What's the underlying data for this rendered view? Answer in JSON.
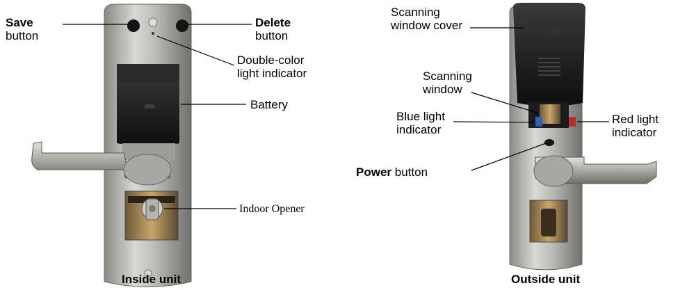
{
  "labels": {
    "save_bold": "Save",
    "save_rest": "button",
    "delete_bold": "Delete",
    "delete_rest": "button",
    "double_color_1": "Double-color",
    "double_color_2": "light indicator",
    "battery": "Battery",
    "indoor_opener": "Indoor Opener",
    "scan_cover_1": "Scanning",
    "scan_cover_2": "window cover",
    "scan_window_1": "Scanning",
    "scan_window_2": "window",
    "blue_light_1": "Blue light",
    "blue_light_2": "indicator",
    "red_light_1": "Red light",
    "red_light_2": "indicator",
    "power_bold": "Power",
    "power_rest": " button"
  },
  "captions": {
    "inside": "Inside unit",
    "outside": "Outside unit"
  }
}
